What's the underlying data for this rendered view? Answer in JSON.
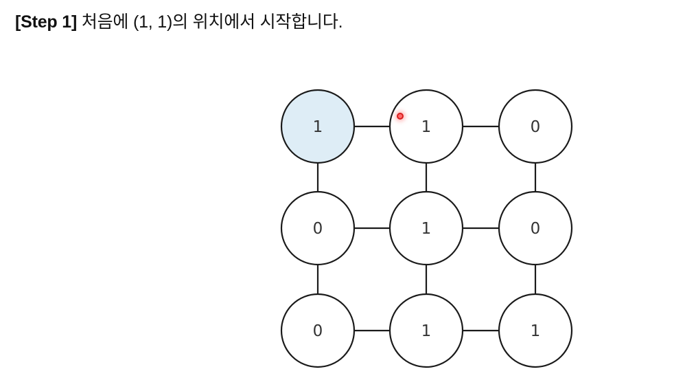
{
  "heading": {
    "step": "[Step 1]",
    "text": "처음에 (1, 1)의 위치에서 시작합니다."
  },
  "grid": {
    "rows": [
      [
        "1",
        "1",
        "0"
      ],
      [
        "0",
        "1",
        "0"
      ],
      [
        "0",
        "1",
        "1"
      ]
    ],
    "current": {
      "row": 0,
      "col": 0
    }
  },
  "colors": {
    "current_fill": "#deedf6",
    "node_fill": "#ffffff",
    "stroke": "#1a1a1a",
    "cursor": "#e02020"
  }
}
